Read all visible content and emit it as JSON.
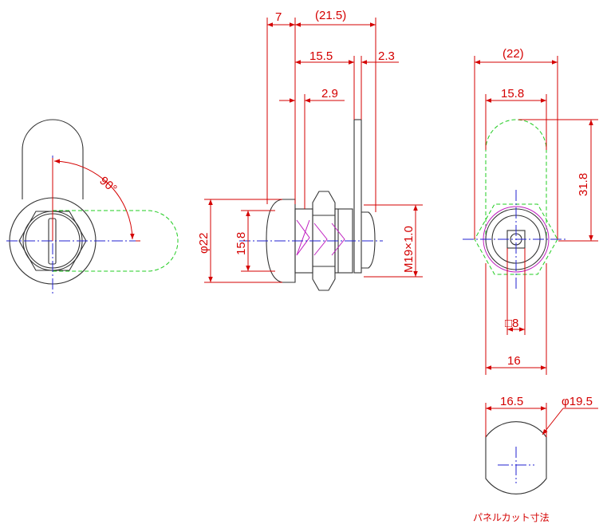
{
  "dimensions": {
    "flange": "7",
    "overall": "(21.5)",
    "thread_len": "15.5",
    "cam_thk": "2.3",
    "step": "2.9",
    "angle": "90°",
    "face_dia": "φ22",
    "face_width": "15.8",
    "thread": "M19×1.0",
    "cam_width": "(22)",
    "cam_inner": "15.8",
    "cam_len": "31.8",
    "square": "□8",
    "hex": "16",
    "cut_flat": "16.5",
    "cut_dia": "φ19.5"
  },
  "notes": {
    "panel_cut": "パネルカット寸法"
  },
  "colors": {
    "dimension": "#d40000",
    "outline": "#333333",
    "centerline": "#2020d0",
    "phantom": "#22cc22",
    "thread": "#c020c0"
  }
}
